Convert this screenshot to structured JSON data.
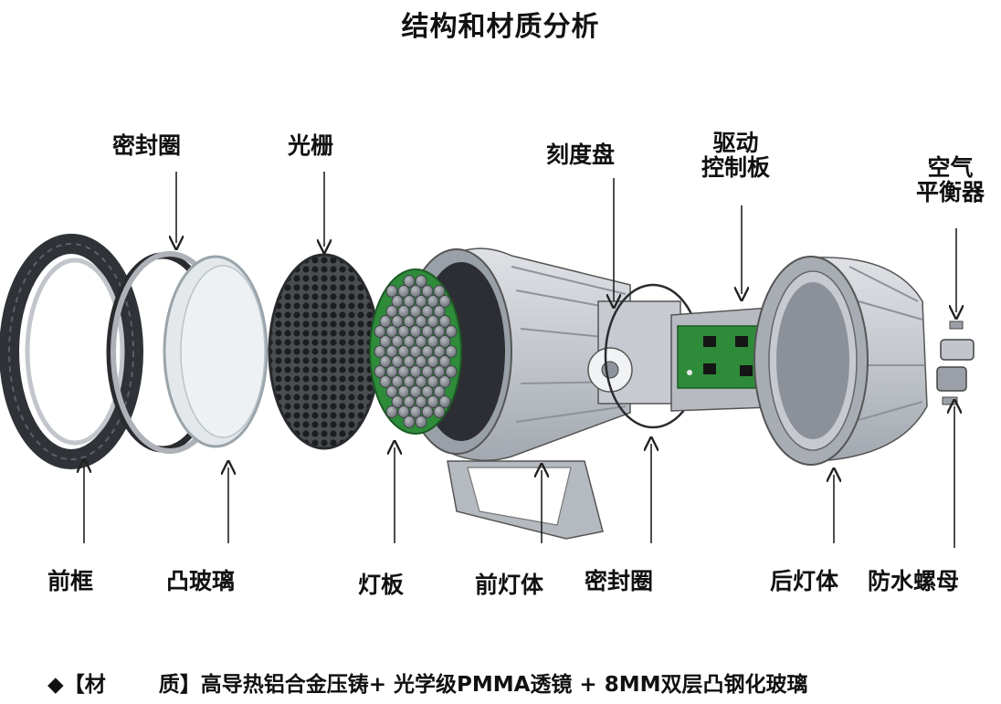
{
  "title": "结构和材质分析",
  "labels": {
    "seal_top": "密封圈",
    "grating": "光栅",
    "dial": "刻度盘",
    "driver_1": "驱动",
    "driver_2": "控制板",
    "air_1": "空气",
    "air_2": "平衡器",
    "front_frame": "前框",
    "convex_glass": "凸玻璃",
    "lamp_board": "灯板",
    "front_body": "前灯体",
    "seal_bottom": "密封圈",
    "rear_body": "后灯体",
    "nut": "防水螺母"
  },
  "footer": {
    "bullet": "◆",
    "bracket_open": "【材",
    "bracket_close": "质】",
    "text": "高导热铝合金压铸+ 光学级PMMA透镜 + 8MM双层凸钢化玻璃"
  },
  "colors": {
    "metal": "#c9ccd2",
    "metal_dark": "#8d929b",
    "frame_dark": "#3a3d44",
    "pcb_green": "#2e8b3a",
    "lens_gray": "#8e9399",
    "glass": "#e6ebef"
  }
}
